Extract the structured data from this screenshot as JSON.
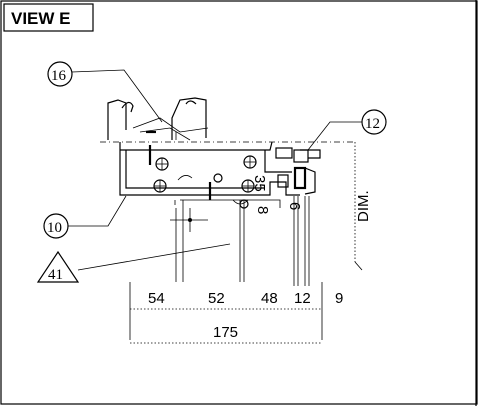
{
  "view": {
    "title": "VIEW E"
  },
  "callouts": {
    "c16": "16",
    "c12": "12",
    "c10": "10",
    "c41": "41"
  },
  "labels": {
    "dim": "DIM.",
    "d35": "35",
    "d8": "8",
    "d6": "6"
  },
  "dimensions": {
    "d54": "54",
    "d52": "52",
    "d48": "48",
    "d12": "12",
    "d9": "9",
    "total": "175"
  }
}
